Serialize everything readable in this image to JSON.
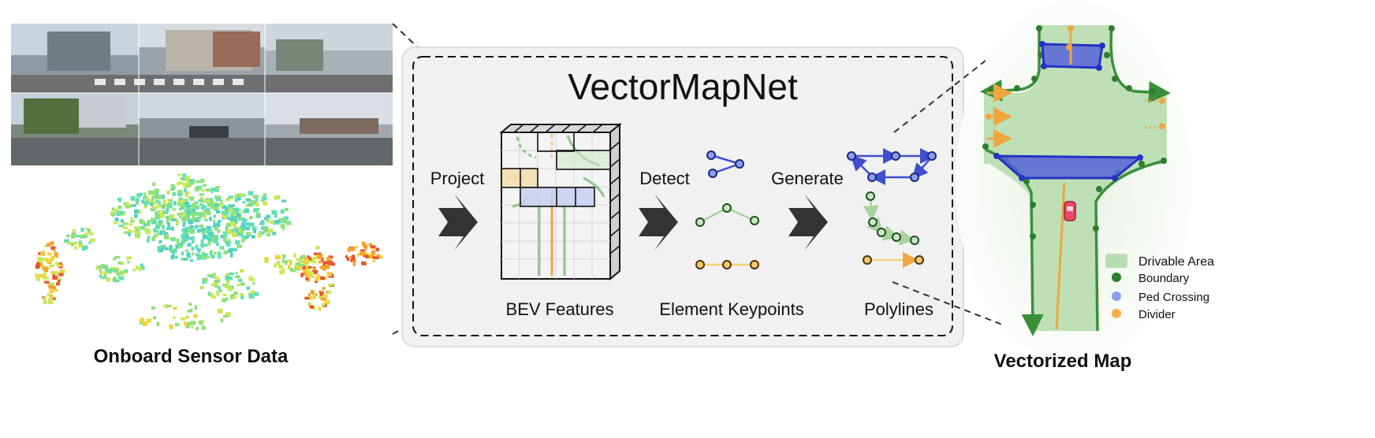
{
  "title": "VectorMapNet",
  "steps": {
    "project": "Project",
    "detect": "Detect",
    "generate": "Generate"
  },
  "stages": {
    "bev": "BEV Features",
    "keypoints": "Element Keypoints",
    "polylines": "Polylines"
  },
  "left_caption": "Onboard Sensor Data",
  "right_caption": "Vectorized Map",
  "legend": [
    {
      "label": "Drivable Area",
      "color": "#b9dcb2",
      "shape": "rect"
    },
    {
      "label": "Boundary",
      "color": "#2e7d2e",
      "shape": "dot"
    },
    {
      "label": "Ped Crossing",
      "color": "#8aa0e6",
      "shape": "dot"
    },
    {
      "label": "Divider",
      "color": "#f2b04a",
      "shape": "dot"
    }
  ],
  "colors": {
    "boundary": "#3a8f3a",
    "ped_crossing": "#3f4fd0",
    "divider": "#f0a640",
    "drivable": "#bfe0b6",
    "arrow": "#333333"
  },
  "icons": [
    "camera-image-grid",
    "lidar-point-cloud",
    "bev-feature-grid",
    "right-arrow",
    "car-icon"
  ]
}
